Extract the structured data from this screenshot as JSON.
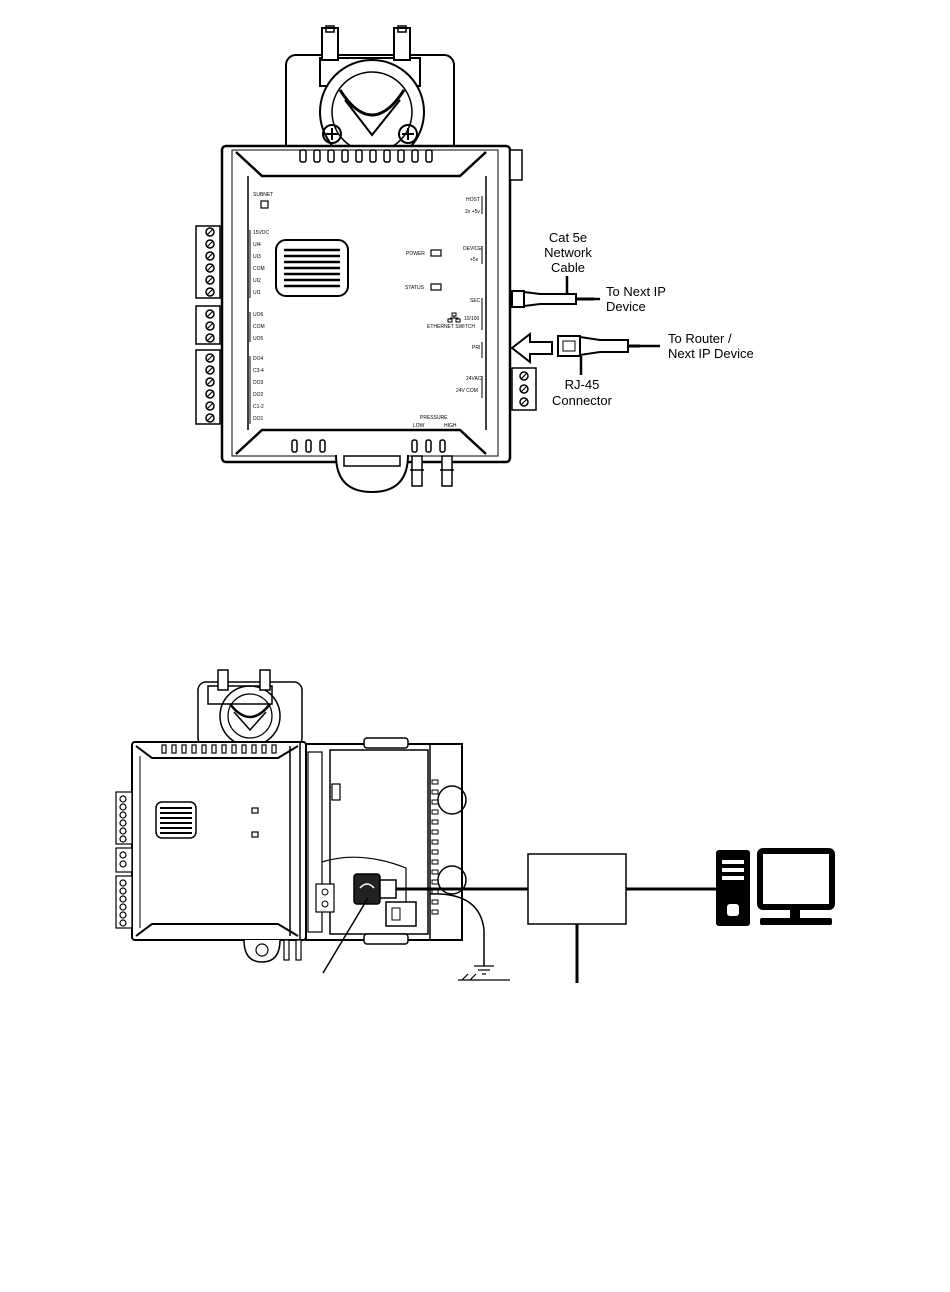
{
  "callouts": {
    "cable": [
      "Cat 5e",
      "Network",
      "Cable"
    ],
    "next_ip": [
      "To Next IP",
      "Device"
    ],
    "router": [
      "To Router /",
      "Next IP Device"
    ],
    "rj45": [
      "RJ-45",
      "Connector"
    ]
  },
  "panel": {
    "subnet": "SUBNET",
    "power": "POWER",
    "status": "STATUS",
    "host": "HOST",
    "host_sub": "2x +5v",
    "device": "DEVICE",
    "device_sub": "+5v",
    "sec": "SEC",
    "pri": "PRI",
    "switch_speed": "10/100",
    "switch": "ETHERNET  SWITCH",
    "pressure": "PRESSURE",
    "low": "LOW",
    "high": "HIGH",
    "vac": "24VAC",
    "vcom": "24V  COM",
    "inputs": [
      "15VDC",
      "UI4",
      "UI3",
      "COM",
      "UI2",
      "UI1"
    ],
    "outputs_mid": [
      "UO6",
      "COM",
      "UO5"
    ],
    "outputs_low": [
      "DO4",
      "C3-4",
      "DO3",
      "DO2",
      "C1-2",
      "DO1"
    ]
  }
}
